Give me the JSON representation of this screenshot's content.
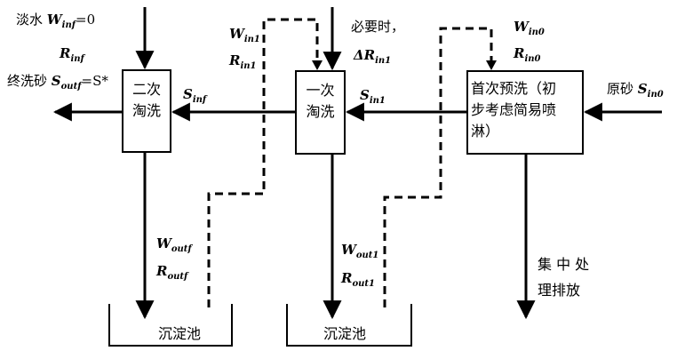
{
  "labels": {
    "fresh_water_prefix": "淡水",
    "fresh_water_var": "W",
    "fresh_water_sub": "inf",
    "fresh_water_eq": "=0",
    "r_inf_var": "R",
    "r_inf_sub": "inf",
    "final_sand_prefix": "终洗砂",
    "final_sand_var": "S",
    "final_sand_sub": "outf",
    "final_sand_eq": "=S*",
    "s_inf_var": "S",
    "s_inf_sub": "inf",
    "w_in1_var": "W",
    "w_in1_sub": "in1",
    "r_in1_var": "R",
    "r_in1_sub": "in1",
    "when_needed": "必要时，",
    "delta_r_var": "ΔR",
    "delta_r_sub": "in1",
    "s_in1_var": "S",
    "s_in1_sub": "in1",
    "w_in0_var": "W",
    "w_in0_sub": "in0",
    "r_in0_var": "R",
    "r_in0_sub": "in0",
    "raw_sand_prefix": "原砂",
    "raw_sand_var": "S",
    "raw_sand_sub": "in0",
    "w_outf_var": "W",
    "w_outf_sub": "outf",
    "r_outf_var": "R",
    "r_outf_sub": "outf",
    "w_out1_var": "W",
    "w_out1_sub": "out1",
    "r_out1_var": "R",
    "r_out1_sub": "out1",
    "central_line1": "集 中 处",
    "central_line2": "理排放",
    "basin_left": "沉淀池",
    "basin_mid": "沉淀池"
  },
  "boxes": {
    "second_wash_l1": "二次",
    "second_wash_l2": "淘洗",
    "first_wash_l1": "一次",
    "first_wash_l2": "淘洗",
    "prewash_l1": "首次预洗（初",
    "prewash_l2": "步考虑简易喷",
    "prewash_l3": "淋）"
  }
}
